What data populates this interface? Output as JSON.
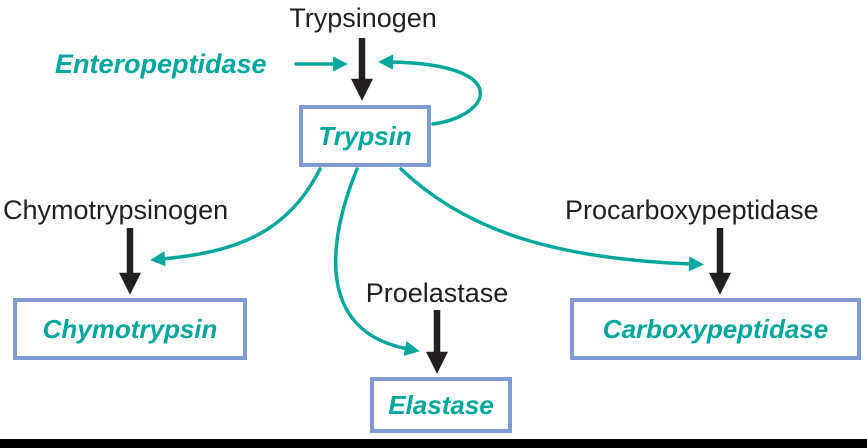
{
  "diagram_title": "Pancreatic zymogen activation diagram",
  "colors": {
    "enzyme_text": "#00A79D",
    "arrow_teal": "#00A79D",
    "box_border": "#7E9CD3",
    "text_black": "#231F20",
    "black_arrow": "#231F20",
    "background": "#FFFFFF",
    "bottom_rule": "#000000"
  },
  "nodes": {
    "trypsinogen": "Trypsinogen",
    "enteropeptidase": "Enteropeptidase",
    "trypsin": "Trypsin",
    "chymotrypsinogen": "Chymotrypsinogen",
    "chymotrypsin": "Chymotrypsin",
    "proelastase": "Proelastase",
    "elastase": "Elastase",
    "procarboxypeptidase": "Procarboxypeptidase",
    "carboxypeptidase": "Carboxypeptidase"
  },
  "relations": [
    {
      "from": "Trypsinogen",
      "to": "Trypsin",
      "catalyst": "Enteropeptidase"
    },
    {
      "from": "Trypsinogen",
      "to": "Trypsin",
      "catalyst": "Trypsin"
    },
    {
      "from": "Chymotrypsinogen",
      "to": "Chymotrypsin",
      "catalyst": "Trypsin"
    },
    {
      "from": "Proelastase",
      "to": "Elastase",
      "catalyst": "Trypsin"
    },
    {
      "from": "Procarboxypeptidase",
      "to": "Carboxypeptidase",
      "catalyst": "Trypsin"
    }
  ]
}
